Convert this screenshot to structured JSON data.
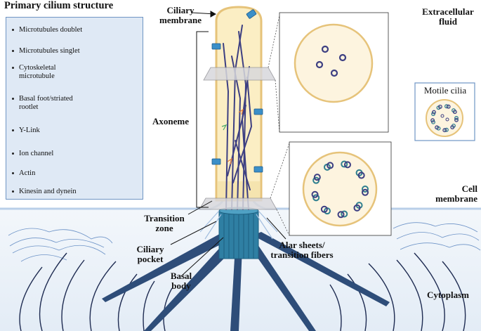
{
  "title": "Primary cilium structure",
  "legend": {
    "items": [
      {
        "label": "Microtubules doublet",
        "icon": "microtubule-doublet-icon"
      },
      {
        "label": "Microtubules singlet",
        "icon": "microtubule-singlet-icon"
      },
      {
        "label": "Cytoskeletal microtubule",
        "icon": "cytoskeletal-microtubule-icon"
      },
      {
        "label": "Basal foot/striated rootlet",
        "icon": "basal-foot-icon"
      },
      {
        "label": "Y-Link",
        "icon": "y-link-icon"
      },
      {
        "label": "Ion channel",
        "icon": "ion-channel-icon"
      },
      {
        "label": "Actin",
        "icon": "actin-icon"
      },
      {
        "label": "Kinesin and dynein",
        "icon": "kinesin-dynein-icon"
      }
    ]
  },
  "labels": {
    "ciliary_membrane": "Ciliary membrane",
    "axoneme": "Axoneme",
    "transition_zone": "Transition zone",
    "ciliary_pocket": "Ciliary pocket",
    "basal_body": "Basal body",
    "alar_sheets": "Alar sheets/ transition fibers",
    "extracellular_fluid": "Extracellular fluid",
    "motile_cilia": "Motile cilia",
    "cell_membrane": "Cell membrane",
    "cytoplasm": "Cytoplasm"
  },
  "colors": {
    "legend_bg": "#dfe9f5",
    "legend_border": "#6f95c4",
    "microtubule": "#3d3f82",
    "cilium_fill": "#fbeec4",
    "cilium_outline": "#e6c37a",
    "basal_body": "#2f7fa3",
    "cytoplasm": "#eef3f9",
    "cell_membrane": "#b9cfe8"
  }
}
